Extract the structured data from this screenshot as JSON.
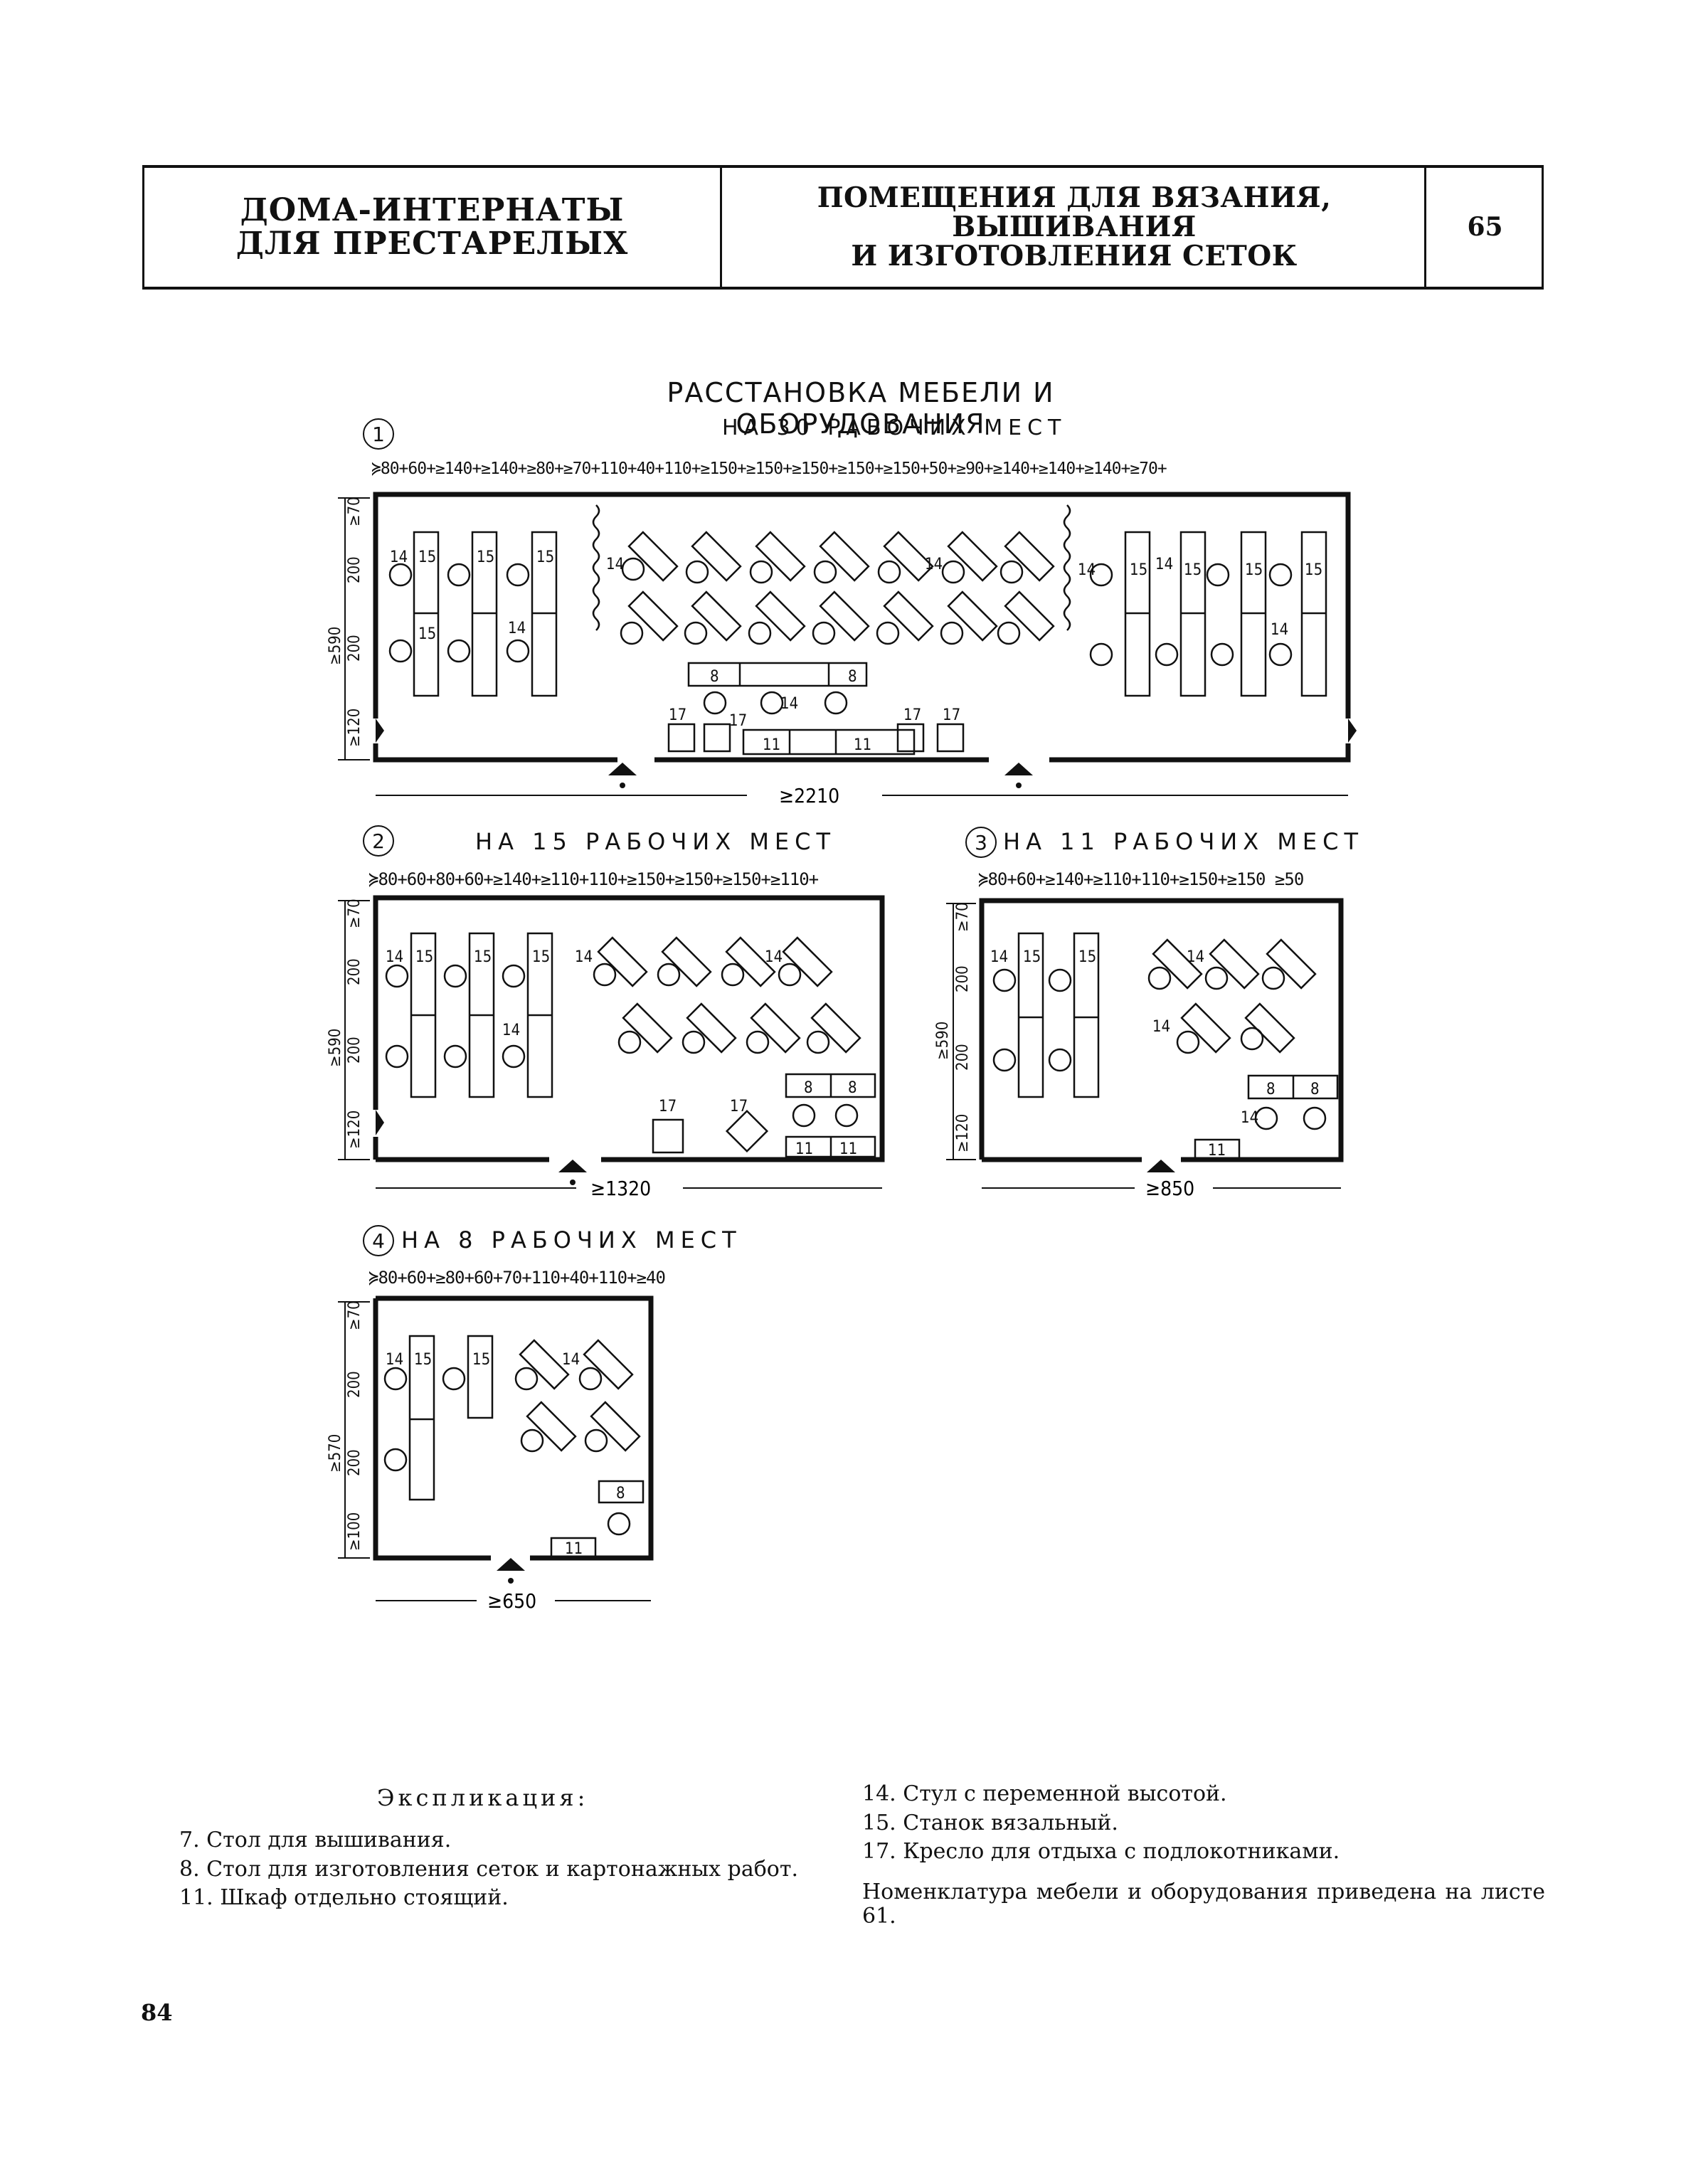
{
  "header": {
    "left_line1": "ДОМА-ИНТЕРНАТЫ",
    "left_line2": "ДЛЯ ПРЕСТАРЕЛЫХ",
    "mid_line1": "ПОМЕЩЕНИЯ ДЛЯ ВЯЗАНИЯ, ВЫШИВАНИЯ",
    "mid_line2": "И ИЗГОТОВЛЕНИЯ СЕТОК",
    "sheet_number": "65"
  },
  "main_title": "РАССТАНОВКА МЕБЕЛИ И ОБОРУДОВАНИЯ",
  "plans": [
    {
      "number": "1",
      "title": "НА 30 РАБОЧИХ МЕСТ",
      "dims_top": "≽80+60+≥140+≥140+≥80+≥70+110+40+110+≥150+≥150+≥150+≥150+≥150+50+≥90+≥140+≥140+≥140+≥70+",
      "dims_left": [
        "≥70",
        "200",
        "200",
        "≥120"
      ],
      "dim_total_left": "≥590",
      "dim_bottom": "≥2210"
    },
    {
      "number": "2",
      "title": "НА 15 РАБОЧИХ МЕСТ",
      "dims_top": "≽80+60+80+60+≥140+≥110+110+≥150+≥150+≥150+≥110+",
      "dims_left": [
        "≥70",
        "200",
        "200",
        "≥120"
      ],
      "dim_total_left": "≥590",
      "dim_bottom": "≥1320"
    },
    {
      "number": "3",
      "title": "НА 11 РАБОЧИХ МЕСТ",
      "dims_top": "≽80+60+≥140+≥110+110+≥150+≥150 ≥50",
      "dims_left": [
        "≥70",
        "200",
        "200",
        "≥120"
      ],
      "dim_total_left": "≥590",
      "dim_bottom": "≥850"
    },
    {
      "number": "4",
      "title": "НА 8 РАБОЧИХ МЕСТ",
      "dims_top": "≽80+60+≥80+60+70+110+40+110+≥40",
      "dims_left": [
        "≥70",
        "200",
        "200",
        "≥100"
      ],
      "dim_total_left": "≥570",
      "dim_bottom": "≥650"
    }
  ],
  "furniture_labels": {
    "embroidery_table": "7",
    "net_table": "8",
    "cabinet": "11",
    "chair": "14",
    "knitting_machine": "15",
    "armchair": "17"
  },
  "legend": {
    "heading": "Экспликация:",
    "items_left": [
      "7. Стол для вышивания.",
      "8. Стол для изготовления сеток и картонажных работ.",
      "11. Шкаф отдельно стоящий."
    ],
    "items_right": [
      "14. Стул с переменной высотой.",
      "15. Станок вязальный.",
      "17. Кресло для отдыха с подлокотниками."
    ],
    "note": "Номенклатура мебели и оборудования приведена на листе 61."
  },
  "page_number": "84"
}
